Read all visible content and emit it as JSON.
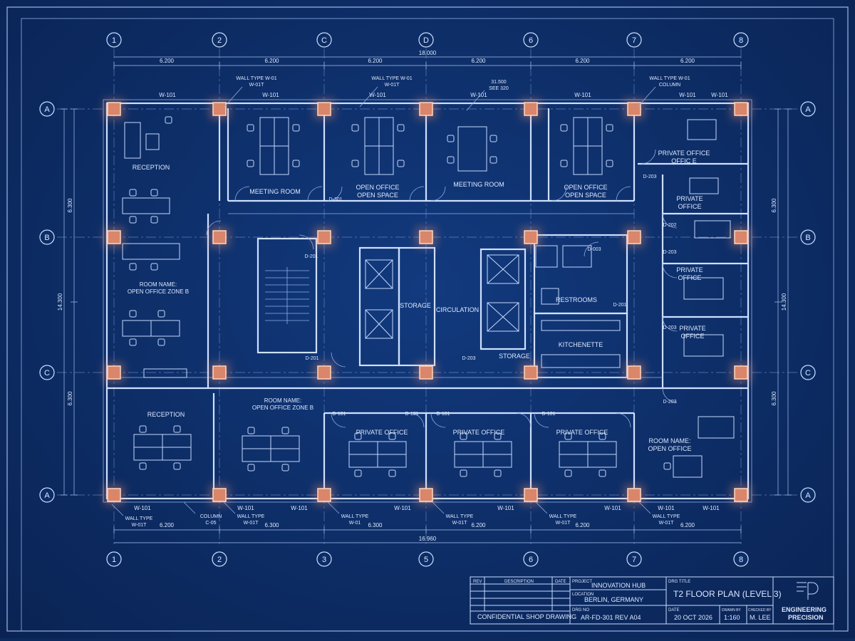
{
  "grid_columns_top": [
    "1",
    "2",
    "C",
    "D",
    "6",
    "7",
    "8"
  ],
  "grid_columns_bottom": [
    "1",
    "2",
    "3",
    "5",
    "6",
    "7",
    "8"
  ],
  "grid_rows": [
    "A",
    "B",
    "C",
    "A"
  ],
  "dims_top": [
    "6.200",
    "6.200",
    "6.200",
    "6.200",
    "6.200",
    "6.200"
  ],
  "dim_top_total": "18.000",
  "dims_bottom": [
    "6.200",
    "6.300",
    "6.300",
    "6.200",
    "6.200",
    "6.200"
  ],
  "dim_bottom_total": "16.960",
  "dims_left": [
    "6.300",
    "6.300"
  ],
  "dims_left_total": "14.300",
  "dims_right": [
    "6.300",
    "6.300"
  ],
  "dims_right_total": "14.300",
  "rooms": [
    {
      "id": "reception-top",
      "label": "RECEPTION"
    },
    {
      "id": "meeting-1",
      "label": "MEETING ROOM"
    },
    {
      "id": "open-office-1",
      "label": "OPEN OFFICE\nOPEN SPACE"
    },
    {
      "id": "meeting-2",
      "label": "MEETING ROOM"
    },
    {
      "id": "open-office-2",
      "label": "OPEN OFFICE\nOPEN SPACE"
    },
    {
      "id": "private-office-e",
      "label": "PRIVATE OFFICE\nOFFIC E"
    },
    {
      "id": "private-1",
      "label": "PRIVATE\nOFFICE"
    },
    {
      "id": "private-2",
      "label": "PRIVATE\nOFFICE"
    },
    {
      "id": "private-3",
      "label": "PRIVATE\nOFFICE"
    },
    {
      "id": "zone-b",
      "label": "ROOM NAME:\nOPEN OFFICE ZONE B"
    },
    {
      "id": "storage-1",
      "label": "STORAGE"
    },
    {
      "id": "circulation",
      "label": "CIRCULATION"
    },
    {
      "id": "storage-2",
      "label": "STORAGE"
    },
    {
      "id": "restrooms",
      "label": "RESTROOMS"
    },
    {
      "id": "kitchenette",
      "label": "KITCHENETTE"
    },
    {
      "id": "reception-bottom",
      "label": "RECEPTION"
    },
    {
      "id": "zone-b-2",
      "label": "ROOM NAME:\nOPEN OFFICE ZONE B"
    },
    {
      "id": "private-b1",
      "label": "PRIVATE OFFICE"
    },
    {
      "id": "private-b2",
      "label": "PRIVATE OFFICE"
    },
    {
      "id": "private-b3",
      "label": "PRIVATE OFFICE"
    },
    {
      "id": "open-office-bottom",
      "label": "ROOM NAME:\nOPEN OFFICE"
    }
  ],
  "wall_tags_top": [
    "W-101",
    "W-101",
    "W-101",
    "W-101",
    "W-101",
    "W-101",
    "W-101"
  ],
  "wall_tags_bottom": [
    "W-101",
    "W-101",
    "W-101",
    "W-101",
    "W-101",
    "W-101",
    "W-101",
    "W-101"
  ],
  "callouts_top": [
    "WALL TYPE W-01\nW-01T",
    "WALL TYPE W-01\nW-01T",
    "31.500\nSEE 320",
    "WALL TYPE W-01\nCOLUMN"
  ],
  "callouts_bottom": [
    "WALL TYPE\nW-01T",
    "COLUMN\nC-05",
    "WALL TYPE\nW-01T",
    "WALL TYPE\nW-01",
    "WALL TYPE\nW-01T",
    "WALL TYPE\nW-01T",
    "WALL TYPE\nW-01T"
  ],
  "door_tags": [
    "D-201",
    "D-301",
    "D-202",
    "D-203",
    "D-203",
    "D-201",
    "D-203",
    "D-203",
    "D-101",
    "D-101",
    "D-101",
    "D-101",
    "D-003",
    "D-201",
    "D-203"
  ],
  "title_block": {
    "rev_header": "REV",
    "desc_header": "DESCRIPTION",
    "date_header": "DATE",
    "confidential": "CONFIDENTIAL SHOP DRAWING",
    "project_label": "PROJECT",
    "project": "INNOVATION HUB",
    "location_label": "LOCATION",
    "location": "BERLIN, GERMANY",
    "drg_no_label": "DRG NO",
    "drg_no": "AR-FD-301 REV A04",
    "drg_title_label": "DRG TITLE",
    "drg_title": "T2 FLOOR PLAN (LEVEL 3)",
    "date_label": "DATE",
    "date": "20 OCT 2026",
    "scale_label": "DRAWN BY",
    "scale": "1:160",
    "checked_label": "CHECKED BY",
    "checked": "M. LEE",
    "brand_line1": "ENGINEERING",
    "brand_line2": "PRECISION"
  }
}
